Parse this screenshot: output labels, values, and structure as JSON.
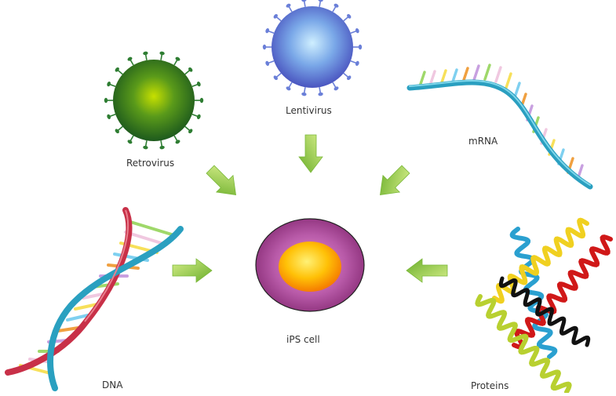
{
  "labels": {
    "retrovirus": "Retrovirus",
    "lentivirus": "Lentivirus",
    "mrna": "mRNA",
    "ips_cell": "iPS cell",
    "dna": "DNA",
    "proteins": "Proteins"
  },
  "colors": {
    "arrow": "#8cc83c",
    "retrovirus": "#2e7d32",
    "lentivirus": "#6a7fd8",
    "cell_outer": "#a43a8a",
    "cell_nucleus": "#ffb300",
    "dna_strand_a": "#d23c50",
    "dna_strand_b": "#2aa0c0",
    "protein_helices": [
      "#2aa0d0",
      "#f0d020",
      "#d01818",
      "#b8d030",
      "#111111"
    ]
  }
}
